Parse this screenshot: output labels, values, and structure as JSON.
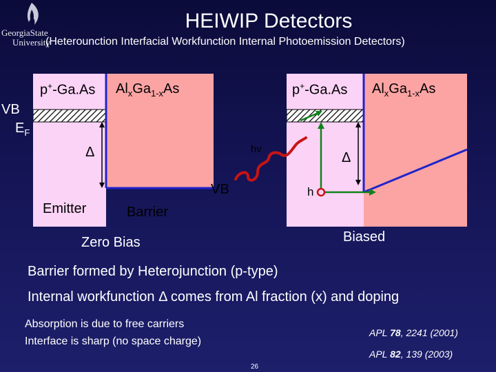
{
  "logo": {
    "line1": "Georgia",
    "line2": "State",
    "line3": "University"
  },
  "title": "HEIWIP Detectors",
  "subtitle": "(Heterounction Interfacial Workfunction Internal Photoemission Detectors)",
  "left_diagram": {
    "emitter_material_base": "p",
    "emitter_material_sup": "+",
    "emitter_material_rest": "-Ga.As",
    "barrier_al": "Al",
    "barrier_x": "x",
    "barrier_ga": "Ga",
    "barrier_sub": "1-x",
    "barrier_as": "As",
    "vb_label": "VB",
    "ef_label": "E",
    "ef_sub": "F",
    "delta_label": "Δ",
    "emitter_label": "Emitter",
    "barrier_label": "Barrier",
    "caption": "Zero Bias"
  },
  "right_diagram": {
    "emitter_material_base": "p",
    "emitter_material_sup": "+",
    "emitter_material_rest": "-Ga.As",
    "barrier_al": "Al",
    "barrier_x": "x",
    "barrier_ga": "Ga",
    "barrier_sub": "1-x",
    "barrier_as": "As",
    "hv_label": "hv",
    "delta_label": "Δ",
    "vb_label": "VB",
    "h_label": "h",
    "caption": "Biased"
  },
  "body": {
    "line1": "Barrier formed by Heterojunction (p-type)",
    "line2": "Internal workfunction Δ comes from Al fraction (x) and doping",
    "small1": "Absorption is due to free carriers",
    "small2": "Interface is sharp (no space charge)"
  },
  "refs": [
    {
      "journal": "APL",
      "volume": "78",
      "pages": ", 2241 (2001)"
    },
    {
      "journal": "APL",
      "volume": "82",
      "pages": ", 139 (2003)"
    }
  ],
  "page_number": "26",
  "colors": {
    "emitter_fill": "#fbd3f7",
    "barrier_fill": "#fca4a4",
    "band_line": "#1f24c9",
    "arrow_green": "#11821a",
    "photon_red": "#c81414"
  }
}
